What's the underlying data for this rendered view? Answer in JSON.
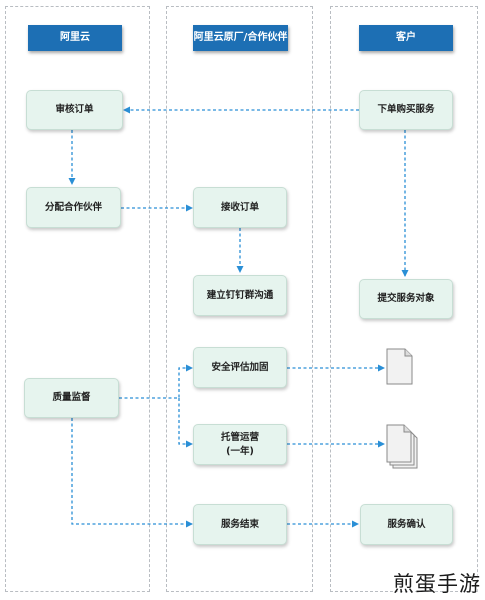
{
  "lanes": {
    "aliyun": "阿里云",
    "partner": "阿里云原厂/合作伙伴",
    "customer": "客户"
  },
  "nodes": {
    "review_order": "审核订单",
    "place_order": "下单购买服务",
    "assign_partner": "分配合作伙伴",
    "receive_order": "接收订单",
    "build_group": "建立钉钉群沟通",
    "submit_target": "提交服务对象",
    "security_hardening": "安全评估加固",
    "quality_supervision": "质量监督",
    "managed_ops_line1": "托管运营",
    "managed_ops_line2": "(一年)",
    "service_end": "服务结束",
    "service_confirm": "服务确认"
  },
  "watermark": "煎蛋手游",
  "colors": {
    "header": "#1d6fb4",
    "node_fill": "#e6f4ee",
    "arrow": "#2a8fd6"
  }
}
